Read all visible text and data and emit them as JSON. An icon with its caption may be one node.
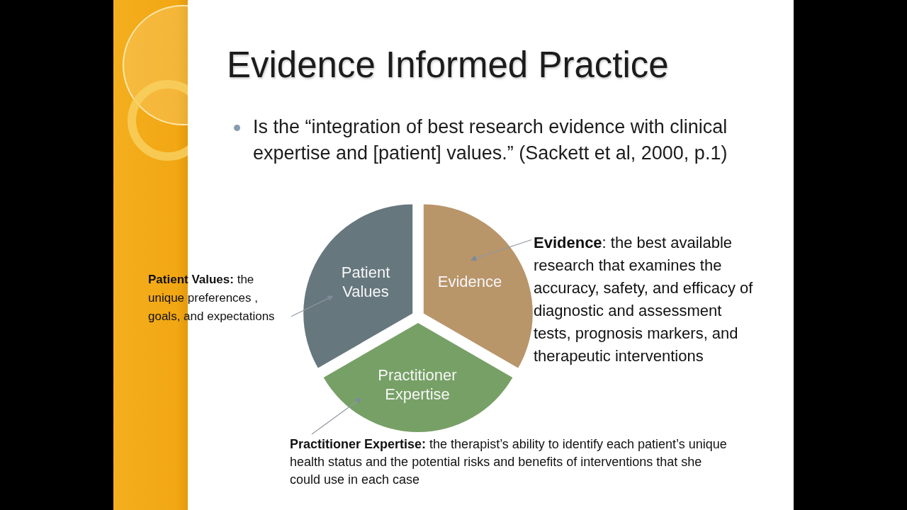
{
  "diagram": {
    "title": "Evidence Informed Practice",
    "nodes": [
      {
        "text": [
          "Patient Values"
        ]
      },
      {
        "text": [
          "Evidence"
        ]
      },
      {
        "text": [
          "Practitioner Expertise"
        ]
      },
      {
        "text": [
          "**Patient Values:** the unique preferences , goals, and expectations"
        ]
      },
      {
        "text": [
          "**Evidence**: the best available research that examines the accuracy, safety, and efficacy of diagnostic and assessment tests, prognosis markers, and therapeutic interventions"
        ]
      },
      {
        "text": [
          "**Practitioner Expertise:** the therapist’s ability to identify each patient’s unique health status and the potential risks and benefits of interventions that she could use in each case"
        ]
      }
    ],
    "edges": [
      {
        "from": 3,
        "to": 0,
        "arrow": "to"
      },
      {
        "from": 4,
        "to": 1,
        "arrow": "to"
      },
      {
        "from": 5,
        "to": 2,
        "arrow": "to"
      }
    ],
    "labels": [
      "Is the “integration of best research evidence with clinical expertise and [patient] values.” (Sackett et al, 2000, p.1)"
    ]
  }
}
